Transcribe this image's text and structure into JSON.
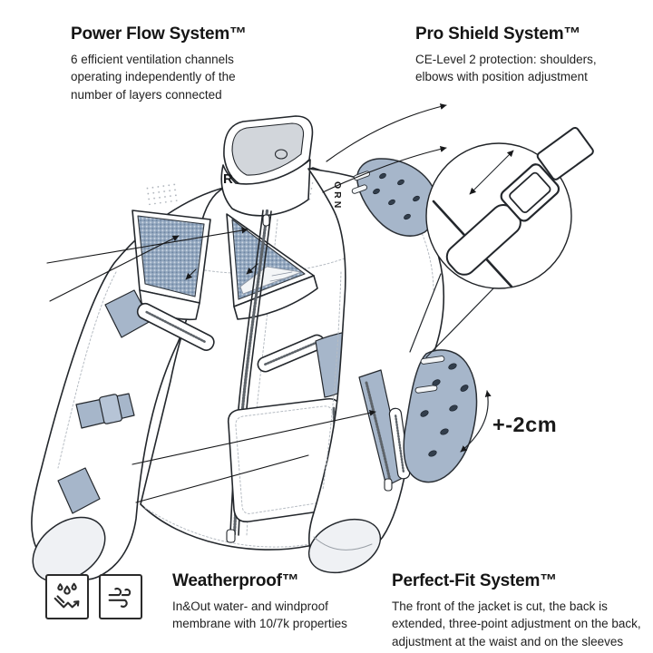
{
  "features": {
    "power_flow": {
      "title": "Power Flow System™",
      "description": "6 efficient ventilation channels operating independently of the number of layers connected"
    },
    "pro_shield": {
      "title": "Pro Shield System™",
      "description": "CE-Level 2 protection: shoulders, elbows with position adjustment"
    },
    "weatherproof": {
      "title": "Weatherproof™",
      "description": "In&Out water- and windproof membrane with 10/7k properties"
    },
    "perfect_fit": {
      "title": "Perfect-Fit System™",
      "description": "The front of the jacket is cut, the back is extended, three-point adjustment on the back, adjustment at the waist and on the sleeves"
    }
  },
  "diagram": {
    "adjustment_label": "+-2cm",
    "collar_logo_letter": "R",
    "placket_text": "ORN",
    "icons": {
      "water_repellent": "water-repellent-icon",
      "windproof": "windproof-icon"
    },
    "colors": {
      "accent_blue": "#a6b6ca",
      "mesh_blue": "#93a7bf",
      "outline": "#23272c",
      "text": "#1a1a1a"
    }
  }
}
